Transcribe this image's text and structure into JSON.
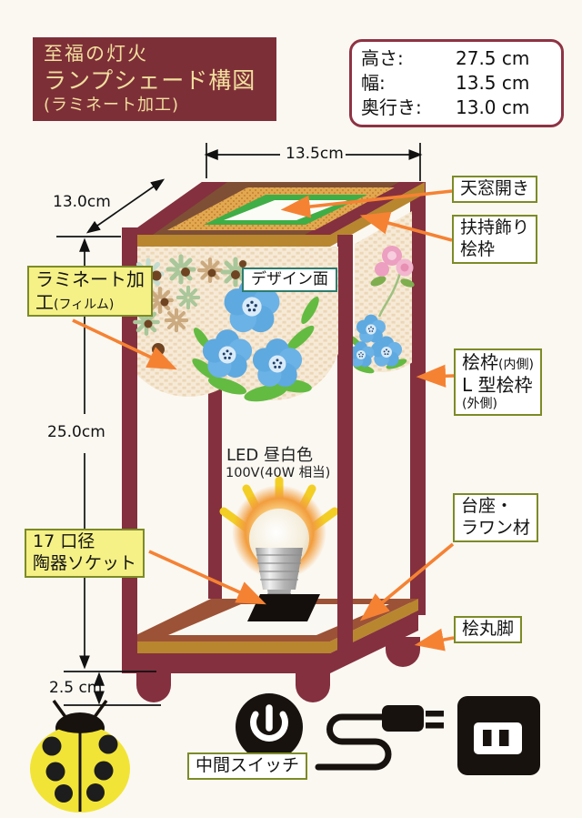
{
  "title_box": {
    "line1": "至福の灯火",
    "line2": "ランプシェード構図",
    "line3": "(ラミネート加工)"
  },
  "spec_box": {
    "rows": [
      {
        "label": "高さ:",
        "value": "27.5 cm"
      },
      {
        "label": "幅:",
        "value": "13.5 cm"
      },
      {
        "label": "奥行き:",
        "value": "13.0 cm"
      }
    ]
  },
  "dims": {
    "top_width": "13.5cm",
    "depth": "13.0cm",
    "height": "25.0cm",
    "leg": "2.5 cm"
  },
  "annotations": {
    "skylight": "天窓開き",
    "top_frame_l1": "扶持飾り",
    "top_frame_l2": "桧枠",
    "laminate_l1": "ラミネート加",
    "laminate_l2": "工",
    "laminate_l2_small": "(フィルム)",
    "design_face": "デザイン面",
    "frame_l1": "桧枠",
    "frame_l1_small": "(内側)",
    "frame_l2": "L 型桧枠",
    "frame_l3_small": "(外側)",
    "led_l1": "LED 昼白色",
    "led_l2": "100V(40W 相当)",
    "base_l1": "台座・",
    "base_l2": "ラワン材",
    "socket_l1": "17 口径",
    "socket_l2": "陶器ソケット",
    "leg": "桧丸脚",
    "switch": "中間スイッチ"
  },
  "icons": {
    "power": "power-icon",
    "plug": "plug-icon",
    "outlet": "outlet-icon",
    "ladybug": "ladybug-icon"
  },
  "colors": {
    "title_bg": "#7d2f38",
    "title_text": "#f1df9e",
    "wood_maroon": "#84303f",
    "wood_brown": "#7e4f35",
    "base_brown": "#9c5236",
    "gold_trim": "#b8862f",
    "tan_frame": "#e2a850",
    "green_frame": "#3fae46",
    "arrow_orange": "#f58233",
    "label_yellow": "#f5f186",
    "label_border_olive": "#7d8b26",
    "label_border_teal": "#2e7d6e",
    "glow_orange": "#f29d3d",
    "ray_yellow": "#f3cf25",
    "ladybug_yellow": "#f2e436"
  }
}
